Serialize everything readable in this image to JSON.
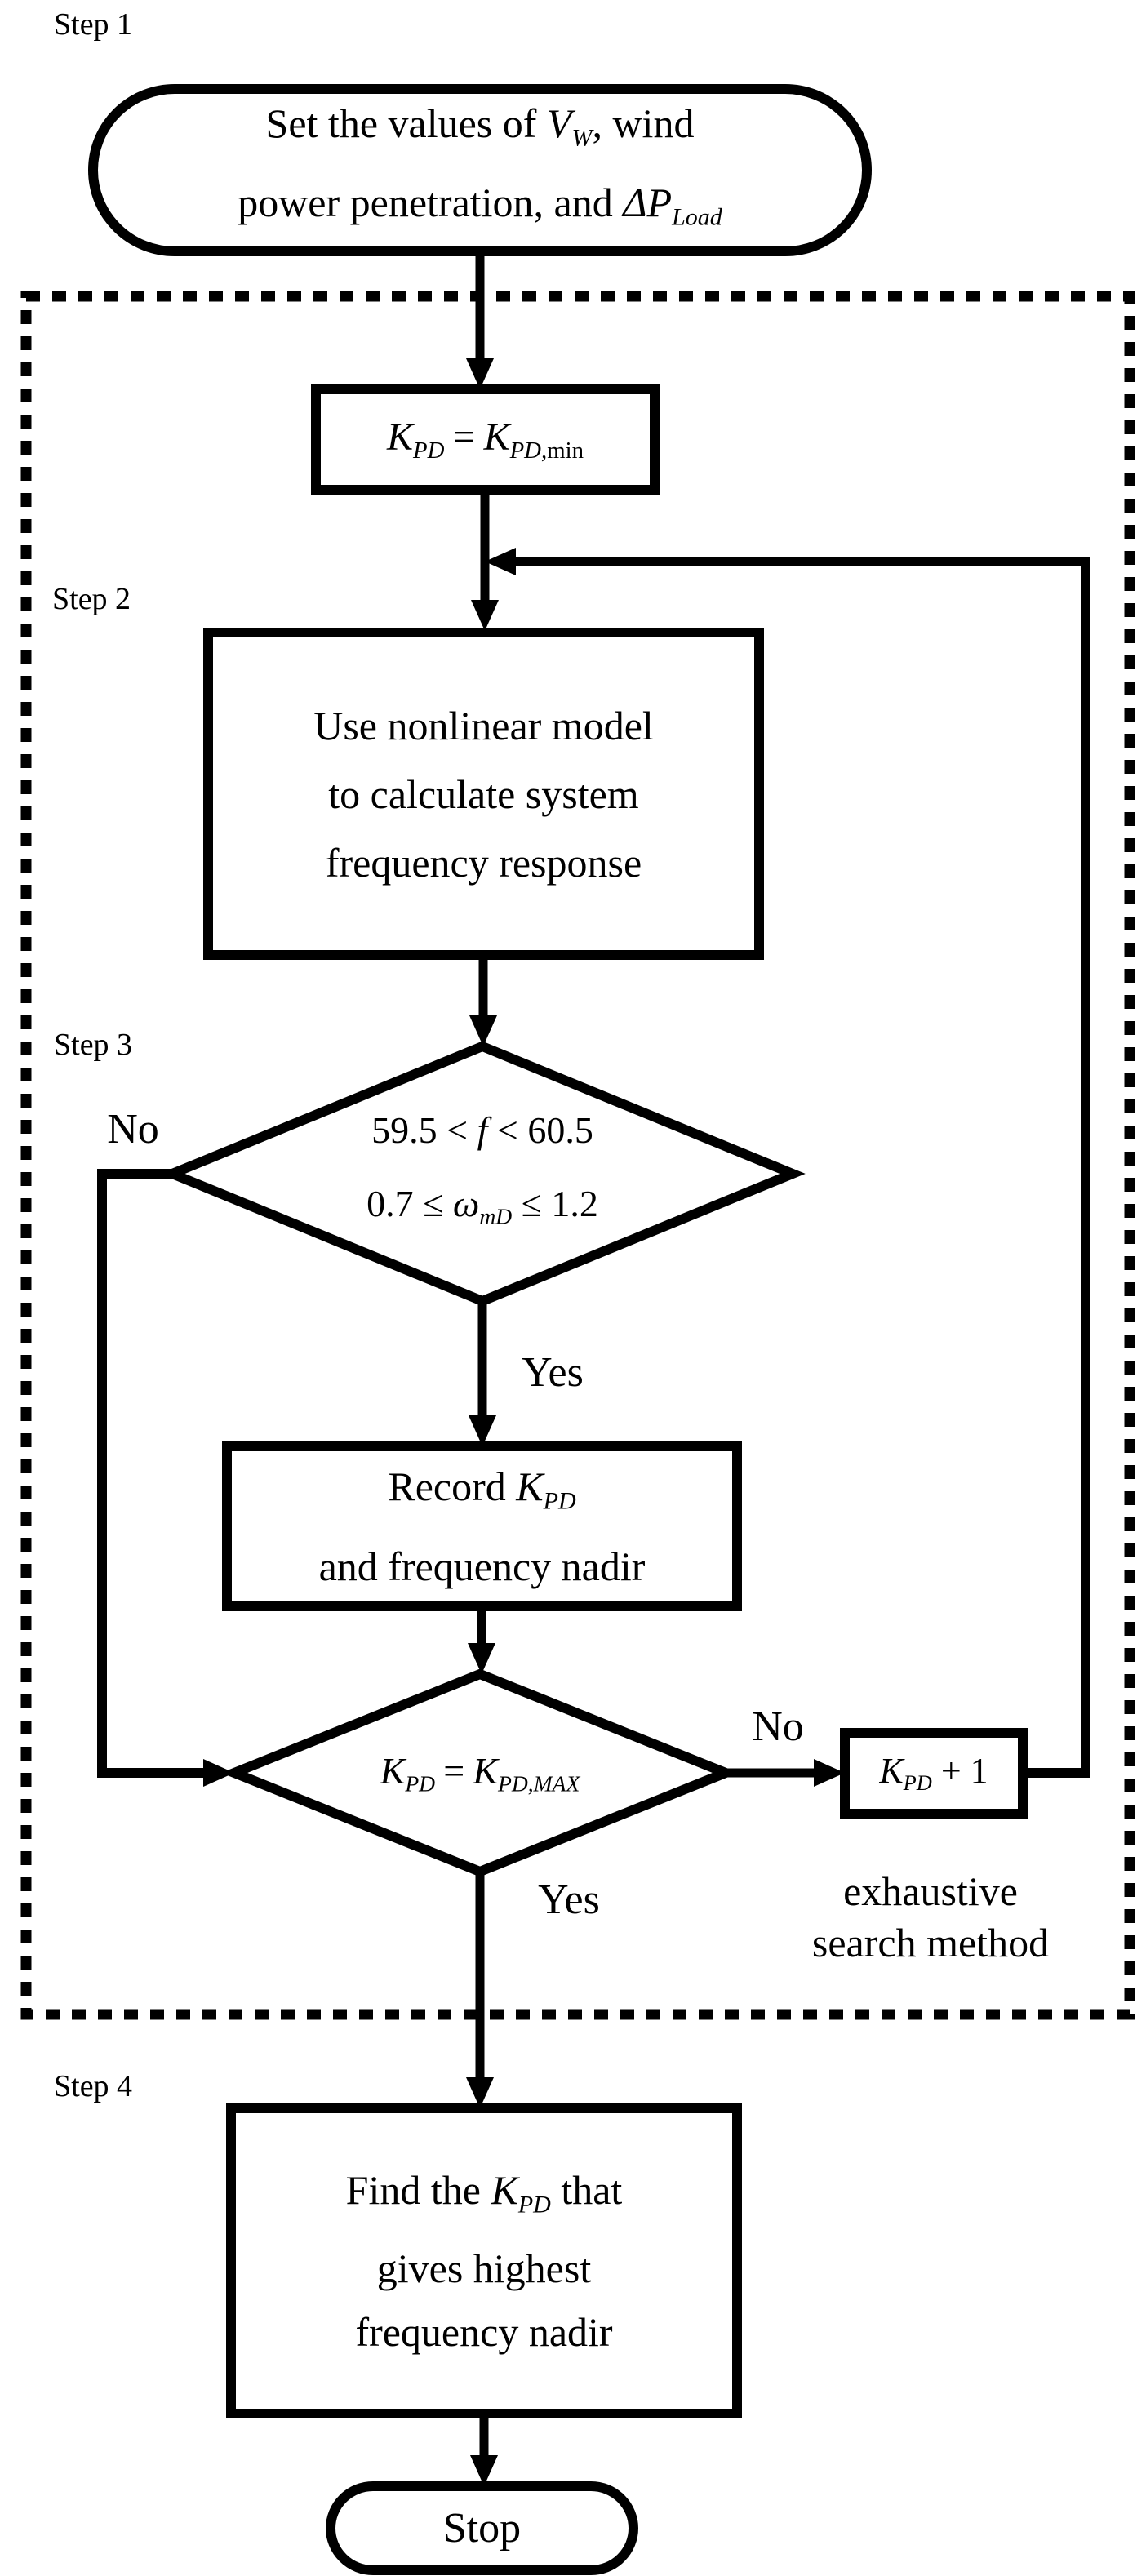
{
  "colors": {
    "ink": "#000000",
    "paper": "#ffffff"
  },
  "steps": {
    "s1": "Step 1",
    "s2": "Step 2",
    "s3": "Step 3",
    "s4": "Step 4"
  },
  "nodes": {
    "start": {
      "l1_pre": "Set the values of ",
      "l1_var": "V",
      "l1_sub": "W",
      "l1_post": ", wind",
      "l2_pre": "power penetration, and ",
      "l2_var": "ΔP",
      "l2_sub": "Load"
    },
    "init": {
      "k1": "K",
      "k1_sub": "PD",
      "eq": "=",
      "k2": "K",
      "k2_sub_italic": "PD,",
      "k2_sub_roman": "min"
    },
    "model": {
      "l1": "Use nonlinear model",
      "l2": "to calculate system",
      "l3": "frequency response"
    },
    "freq_check": {
      "l1_pre": "59.5 < ",
      "l1_var": "f",
      "l1_post": " < 60.5",
      "l2_pre": "0.7 ≤ ",
      "l2_var": "ω",
      "l2_sub": "mD",
      "l2_post": " ≤ 1.2"
    },
    "record": {
      "l1_pre": "Record ",
      "l1_var": "K",
      "l1_sub": "PD",
      "l2": "and frequency nadir"
    },
    "max_check": {
      "k1": "K",
      "k1_sub": "PD",
      "eq": "=",
      "k2": "K",
      "k2_sub": "PD,MAX"
    },
    "increment": {
      "k": "K",
      "k_sub": "PD",
      "post": " + 1"
    },
    "find": {
      "l1_pre": "Find the ",
      "l1_var": "K",
      "l1_sub": "PD",
      "l1_post": " that",
      "l2": "gives highest",
      "l3": "frequency nadir"
    },
    "stop": {
      "label": "Stop"
    }
  },
  "edge_labels": {
    "no1": "No",
    "yes1": "Yes",
    "no2": "No",
    "yes2": "Yes"
  },
  "annotations": {
    "method_l1": "exhaustive",
    "method_l2": "search method"
  }
}
